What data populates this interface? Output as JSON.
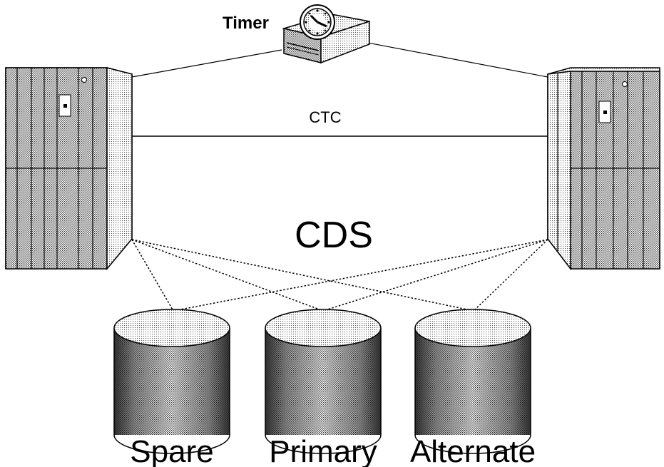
{
  "labels": {
    "timer": "Timer",
    "ctc": "CTC",
    "cds": "CDS"
  },
  "disks": [
    {
      "label": "Spare"
    },
    {
      "label": "Primary"
    },
    {
      "label": "Alternate"
    }
  ]
}
